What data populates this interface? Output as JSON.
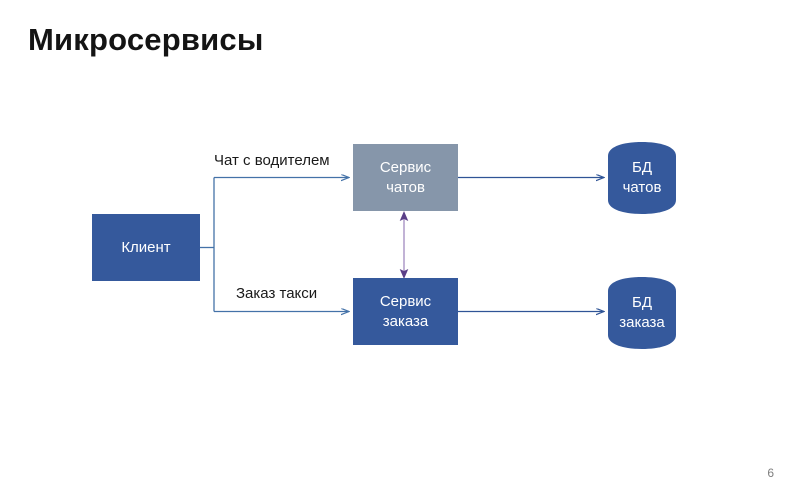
{
  "slide": {
    "title": "Микросервисы",
    "page_number": "6",
    "background_color": "#ffffff"
  },
  "colors": {
    "blue_fill": "#35599C",
    "slate_fill": "#8696AA",
    "connector_line": "#4472A8",
    "bidirectional_arrow": "#B3A0CC",
    "bidirectional_arrow_head": "#5B3F87",
    "title_text": "#141414",
    "node_text": "#ffffff",
    "page_number_text": "#7f7f7f"
  },
  "diagram": {
    "nodes": [
      {
        "id": "client",
        "label": "Клиент",
        "shape": "rectangle",
        "fill": "#35599C"
      },
      {
        "id": "chat-service",
        "label": "Сервис\nчатов",
        "shape": "rectangle",
        "fill": "#8696AA"
      },
      {
        "id": "order-service",
        "label": "Сервис\nзаказа",
        "shape": "rectangle",
        "fill": "#35599C"
      },
      {
        "id": "db-chat",
        "label": "БД\nчатов",
        "shape": "cylinder",
        "fill": "#35599C"
      },
      {
        "id": "db-order",
        "label": "БД\nзаказа",
        "shape": "cylinder",
        "fill": "#35599C"
      }
    ],
    "edges": [
      {
        "id": "client-to-chat-service",
        "from": "client",
        "to": "chat-service",
        "label": "Чат с водителем",
        "arrow": "single",
        "color": "#4472A8"
      },
      {
        "id": "client-to-order-service",
        "from": "client",
        "to": "order-service",
        "label": "Заказ такси",
        "arrow": "single",
        "color": "#4472A8"
      },
      {
        "id": "chat-service-to-db-chat",
        "from": "chat-service",
        "to": "db-chat",
        "label": "",
        "arrow": "single",
        "color": "#2F5496"
      },
      {
        "id": "order-service-to-db-order",
        "from": "order-service",
        "to": "db-order",
        "label": "",
        "arrow": "single",
        "color": "#2F5496"
      },
      {
        "id": "chat-service-order-service",
        "from": "chat-service",
        "to": "order-service",
        "label": "",
        "arrow": "double",
        "color": "#B3A0CC"
      }
    ]
  }
}
